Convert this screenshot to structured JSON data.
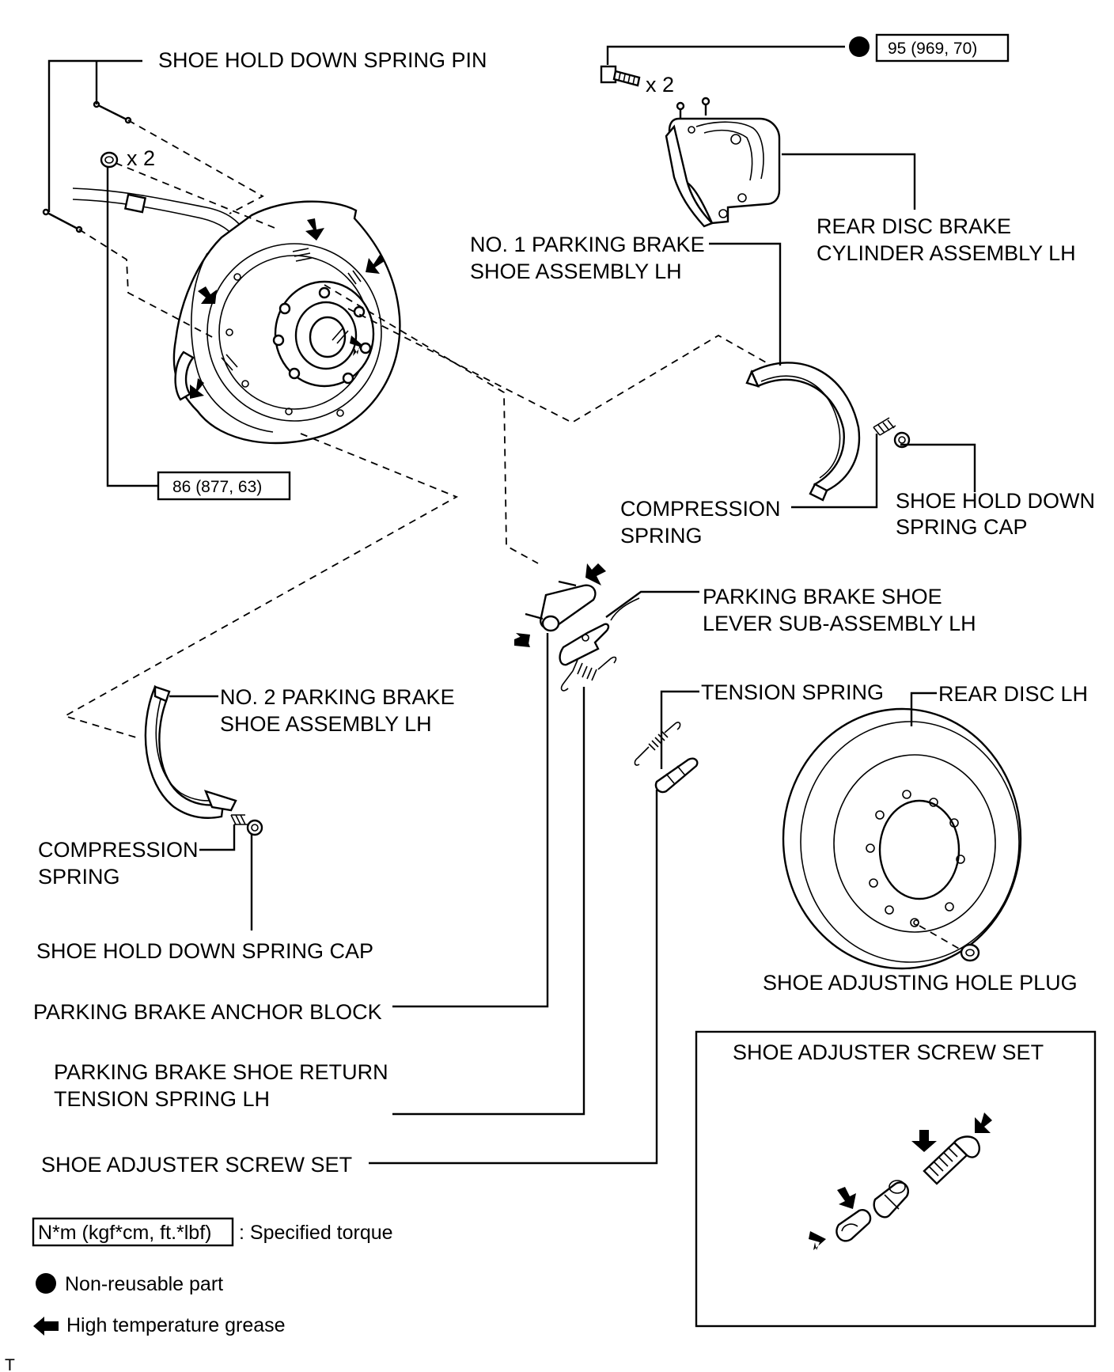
{
  "labels": {
    "shoe_hold_down_spring_pin": "SHOE HOLD DOWN SPRING PIN",
    "qty_x2_nut": "x 2",
    "qty_x2_bolt": "x 2",
    "torque_backing_plate": "86 (877, 63)",
    "torque_caliper_bolt": "95 (969, 70)",
    "caliper_line1": "REAR DISC BRAKE",
    "caliper_line2": "CYLINDER ASSEMBLY LH",
    "no1_shoe_line1": "NO. 1 PARKING BRAKE",
    "no1_shoe_line2": "SHOE ASSEMBLY LH",
    "compression_spring_right_line1": "COMPRESSION",
    "compression_spring_right_line2": "SPRING",
    "hold_down_cap_right_line1": "SHOE HOLD DOWN",
    "hold_down_cap_right_line2": "SPRING CAP",
    "lever_line1": "PARKING BRAKE SHOE",
    "lever_line2": "LEVER SUB-ASSEMBLY LH",
    "no2_shoe_line1": "NO. 2 PARKING BRAKE",
    "no2_shoe_line2": "SHOE ASSEMBLY LH",
    "tension_spring": "TENSION SPRING",
    "rear_disc": "REAR DISC LH",
    "compression_spring_left_line1": "COMPRESSION",
    "compression_spring_left_line2": "SPRING",
    "hold_down_cap_left": "SHOE HOLD DOWN SPRING CAP",
    "adjusting_hole_plug": "SHOE ADJUSTING HOLE PLUG",
    "anchor_block": "PARKING BRAKE ANCHOR BLOCK",
    "return_spring_line1": "PARKING BRAKE SHOE RETURN",
    "return_spring_line2": "TENSION SPRING LH",
    "adjuster_screw_set": "SHOE ADJUSTER SCREW SET",
    "adjuster_box_title": "SHOE ADJUSTER SCREW SET"
  },
  "legend": {
    "torque_unit": "N*m (kgf*cm, ft.*lbf)",
    "torque_desc": ": Specified torque",
    "non_reusable": "Non-reusable part",
    "grease": "High temperature grease"
  },
  "corner_mark": "T",
  "icons": {
    "non_reusable": "filled-circle-icon",
    "grease": "grease-arrow-icon"
  }
}
